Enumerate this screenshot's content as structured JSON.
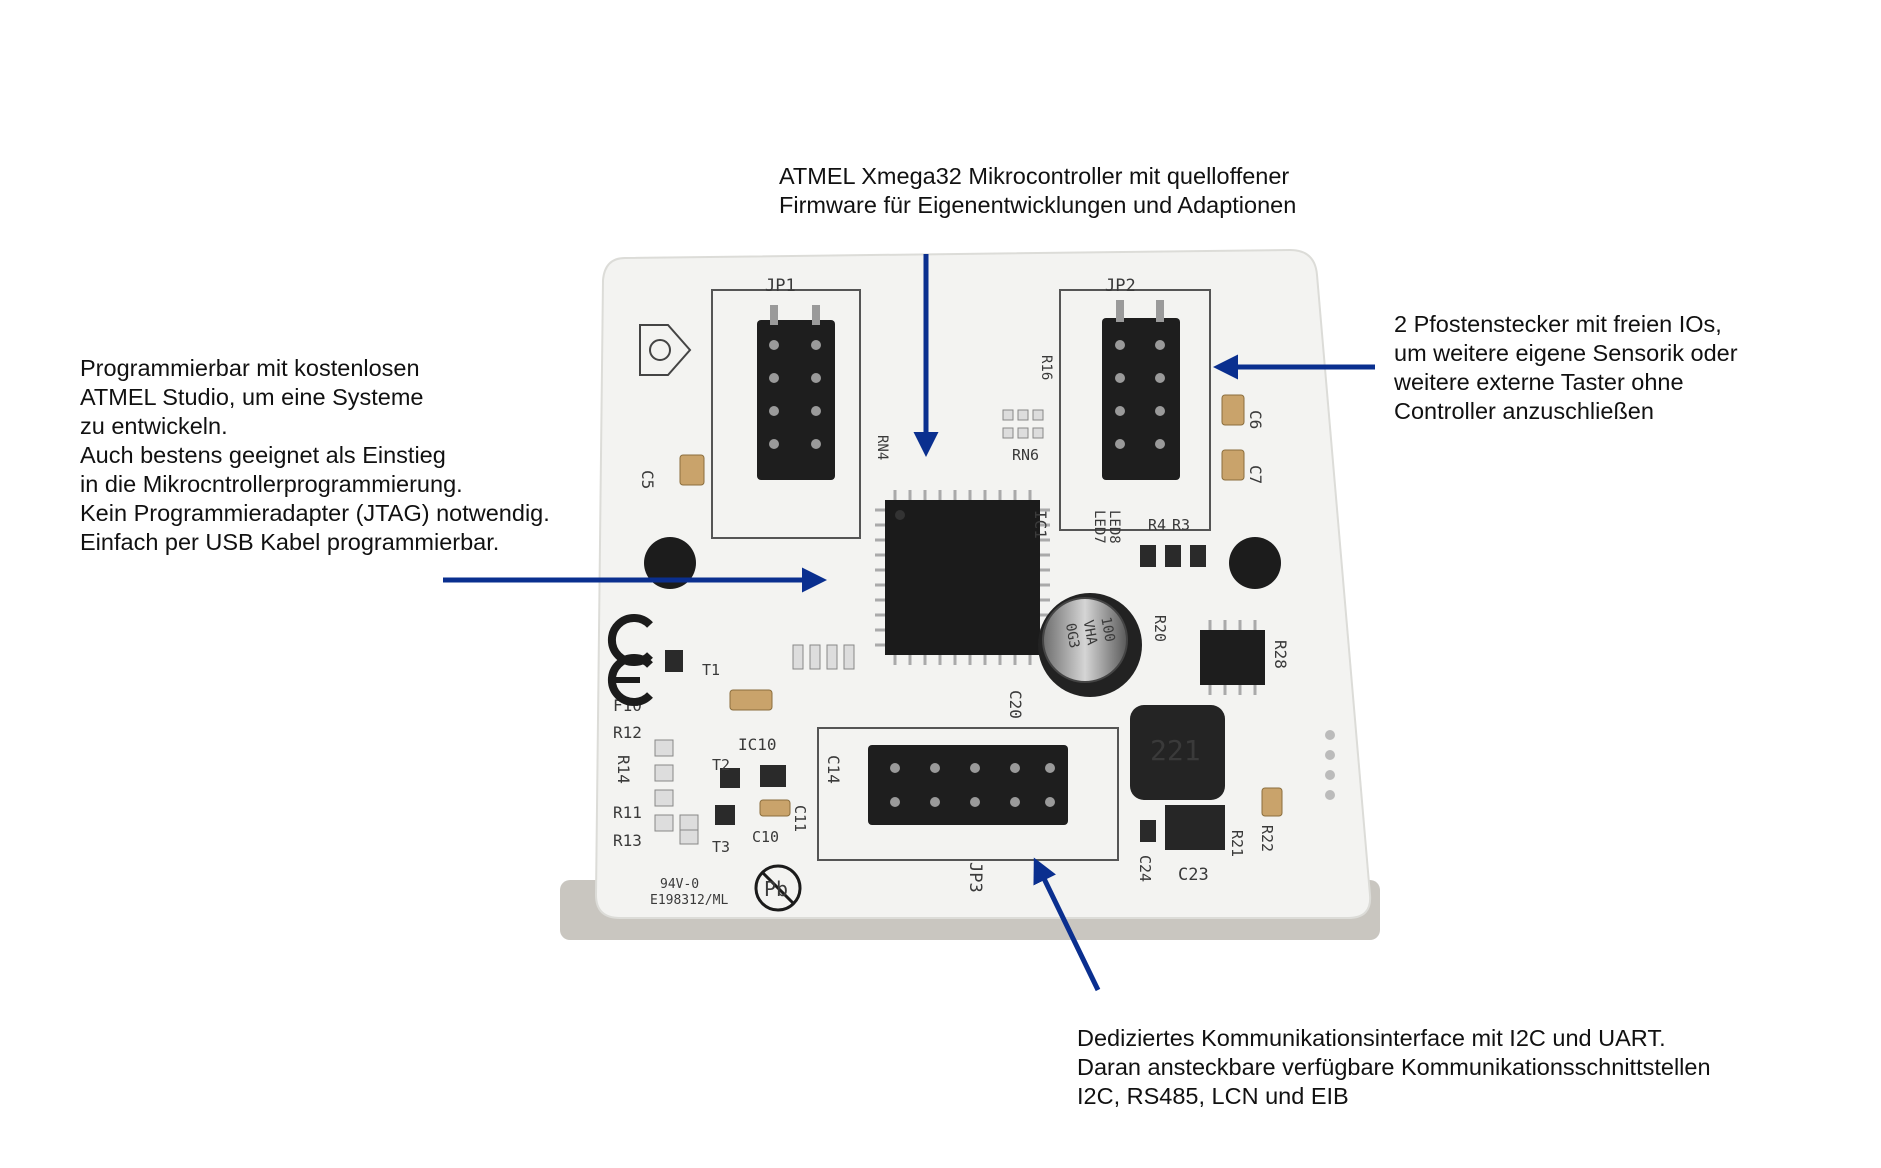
{
  "annotations": {
    "mcu": [
      "ATMEL Xmega32 Mikrocontroller mit quelloffener",
      "Firmware für Eigenentwicklungen und Adaptionen"
    ],
    "programming": [
      "Programmierbar mit kostenlosen",
      "ATMEL Studio, um eine Systeme",
      "zu entwickeln.",
      "Auch bestens geeignet als Einstieg",
      "in die Mikrocntrollerprogrammierung.",
      "Kein Programmieradapter (JTAG) notwendig.",
      "Einfach per USB Kabel programmierbar."
    ],
    "headers": [
      "2 Pfostenstecker mit freien IOs,",
      "um weitere eigene Sensorik oder",
      "weitere externe Taster ohne",
      "Controller anzuschließen"
    ],
    "comm": [
      "Dediziertes Kommunikationsinterface mit I2C und UART.",
      "Daran ansteckbare verfügbare Kommunikationsschnittstellen",
      "I2C, RS485, LCN und EIB"
    ]
  },
  "board_labels": {
    "jp1": "JP1",
    "jp2": "JP2",
    "jp3": "JP3",
    "c5": "C5",
    "c6": "C6",
    "c7": "C7",
    "c14": "C14",
    "c20": "C20",
    "c23": "C23",
    "c24": "C24",
    "c10": "C10",
    "c11": "C11",
    "r3": "R3",
    "r4": "R4",
    "r11": "R11",
    "r12": "R12",
    "r13": "R13",
    "r14": "R14",
    "r20": "R20",
    "r21": "R21",
    "r22": "R22",
    "r28": "R28",
    "f10": "F10",
    "ic10": "IC10",
    "t1": "T1",
    "t2": "T2",
    "t3": "T3",
    "rn4": "RN4",
    "rn6": "RN6",
    "ic1": "IC1",
    "led8": "LED8",
    "led7": "LED7",
    "r16": "R16",
    "inductor": "221",
    "cap_top": "100",
    "cap_mid": "VHA",
    "cap_bot": "0G3",
    "ul_text": "94V-0",
    "ul_code": "E198312/ML",
    "pb": "Pb"
  },
  "colors": {
    "arrow": "#0a2f8f",
    "board": "#f2f2f0",
    "ic": "#1b1b1b"
  }
}
